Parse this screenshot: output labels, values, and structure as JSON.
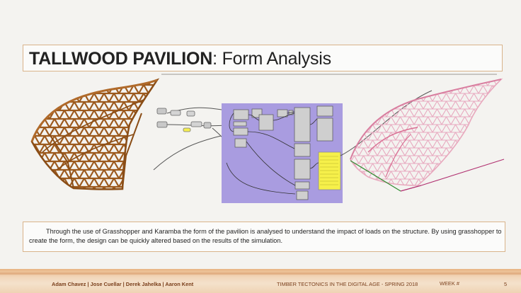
{
  "slide": {
    "title_bold": "TALLWOOD PAVILION",
    "title_rest": ": Form Analysis",
    "caption": "Through the use of Grasshopper and Karamba the form of the pavilion is analysed to understand the impact of loads on the structure. By using grasshopper to create the form, the design can be quickly altered based on the results of the simulation.",
    "footer": {
      "authors": "Adam Chavez | Jose Cuellar | Derek Jahelka | Aaron Kent",
      "course": "TIMBER TECTONICS IN THE DIGITAL AGE - SPRING 2018",
      "week_label": "WEEK #",
      "page_number": "5"
    }
  },
  "colors": {
    "wood": "#9c5a1e",
    "analysis_pink": "#e8a8bd",
    "grasshopper_canvas": "#a99ce0",
    "panel_yellow": "#f6f04a",
    "accent_border": "#d9b38a"
  }
}
